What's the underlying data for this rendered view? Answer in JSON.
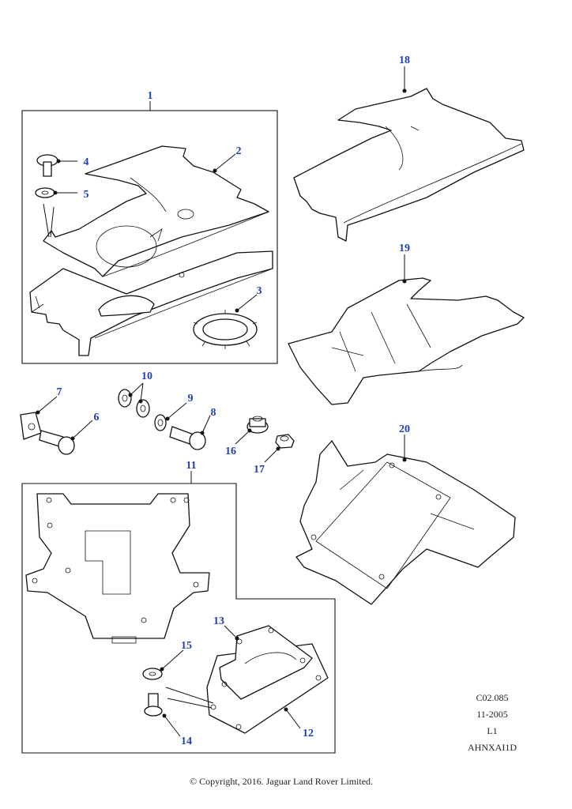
{
  "callouts": {
    "c1": "1",
    "c2": "2",
    "c3": "3",
    "c4": "4",
    "c5": "5",
    "c6": "6",
    "c7": "7",
    "c8": "8",
    "c9": "9",
    "c10": "10",
    "c11": "11",
    "c12": "12",
    "c13": "13",
    "c14": "14",
    "c15": "15",
    "c16": "16",
    "c17": "17",
    "c18": "18",
    "c19": "19",
    "c20": "20"
  },
  "reference": {
    "code": "C02.085",
    "date": "11-2005",
    "level": "L1",
    "part_id": "AHNXAI1D"
  },
  "footer": {
    "copyright": "© Copyright, 2016. Jaguar Land Rover Limited."
  },
  "colors": {
    "callout": "#1f3fb4",
    "line": "#111111"
  }
}
